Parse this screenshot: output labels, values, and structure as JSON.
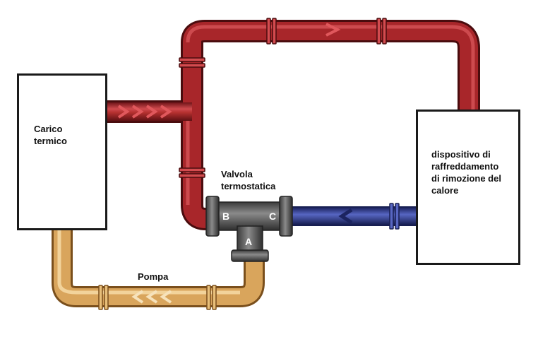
{
  "load_box": {
    "label": "Carico\ntermico"
  },
  "cooling_box": {
    "label": "dispositivo di\nraffreddamento\ndi rimozione del\ncalore"
  },
  "valve": {
    "label": "Valvola\ntermostatica",
    "port_a": "A",
    "port_b": "B",
    "port_c": "C"
  },
  "pump": {
    "label": "Pompa"
  },
  "colors": {
    "hot_pipe": "#a8262a",
    "cold_pipe": "#2e3c8c",
    "return_pipe": "#d9a55c",
    "valve_body": "#555555"
  },
  "icons": [
    "flow-arrow-icon",
    "pipe-coupling-icon"
  ]
}
